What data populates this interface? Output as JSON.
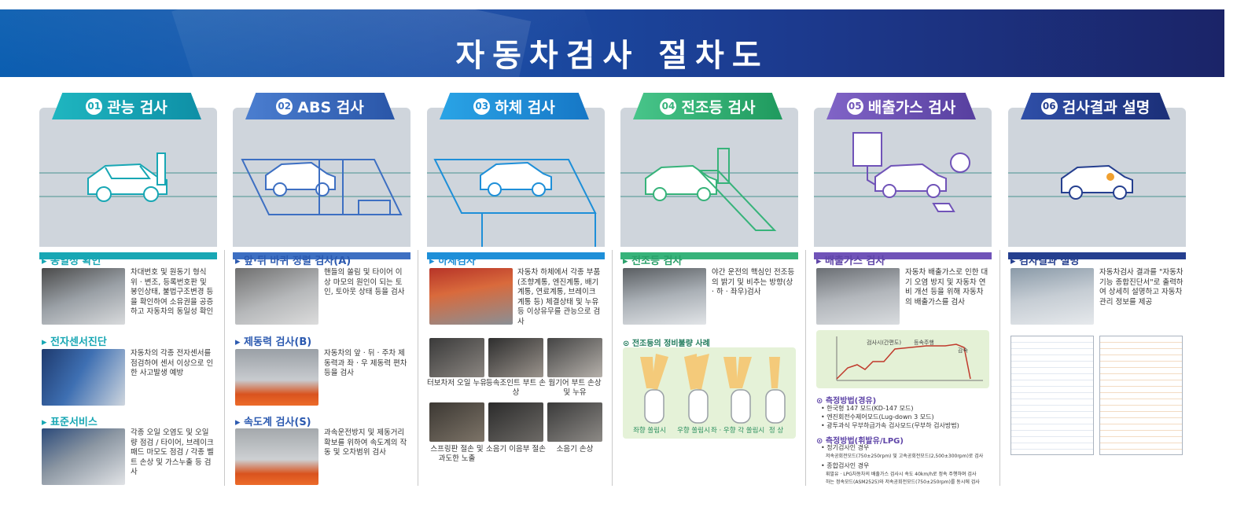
{
  "title": "자동차검사 절차도",
  "colors": {
    "c1": "#18a7b4",
    "c2": "#3d6fc2",
    "c3": "#1e8fd8",
    "c4": "#37b37a",
    "c5": "#7053b8",
    "c6": "#253f8f"
  },
  "steps": [
    {
      "num": "01",
      "name": "관능 검사"
    },
    {
      "num": "02",
      "name": "ABS 검사"
    },
    {
      "num": "03",
      "name": "하체 검사"
    },
    {
      "num": "04",
      "name": "전조등 검사"
    },
    {
      "num": "05",
      "name": "배출가스 검사"
    },
    {
      "num": "06",
      "name": "검사결과 설명"
    }
  ],
  "col1": {
    "s1_title": "▸ 동일성 확인",
    "s1_desc": "차대번호 및 원동기 형식 위 · 변조, 등록번호판 및 봉인상태, 불법구조변경 등을 확인하여 소유권을 공증하고 자동차의 동일성 확인",
    "s2_title": "▸ 전자센서진단",
    "s2_desc": "자동차의 각종 전자센서를 점검하여 센서 이상으로 인한 사고발생 예방",
    "s3_title": "▸ 표준서비스",
    "s3_desc": "각종 오일 오염도 및 오일량 점검 / 타이어, 브레이크 패드 마모도 점검 / 각종 벨트 손상 및 가스누출 등 검사"
  },
  "col2": {
    "s1_title": "▸ 앞·뒤 바퀴 정렬 검사(A)",
    "s1_desc": "핸들의 쏠림 및 타이어 이상 마모의 원인이 되는 토인, 토아웃 상태 등을 검사",
    "s2_title": "▸ 제동력 검사(B)",
    "s2_desc": "자동차의 앞 · 뒤 · 주차 제동력과 좌 · 우 제동력 편차 등을 검사",
    "s3_title": "▸ 속도계 검사(S)",
    "s3_desc": "과속운전방지 및 제동거리 확보를 위하여 속도계의 작동 및 오차범위 검사"
  },
  "col3": {
    "s1_title": "▸ 하체검사",
    "s1_desc": "자동차 하체에서 각종 부품(조향계통, 엔진계통, 배기계통, 연료계통, 브레이크계통 등) 체결상태 및 누유 등 이상유무를 관능으로 검사",
    "captions": [
      "터보차저 오일 누유",
      "등속조인트 부트 손상",
      "웜기어 부트 손상 및 누유",
      "스프링판 절손 및 과도한 노출",
      "소음기 이음부 절손",
      "소음기 손상"
    ]
  },
  "col4": {
    "s1_title": "▸ 전조등 검사",
    "s1_desc": "야간 운전의 핵심인 전조등의 밝기 및 비추는 방향(상 · 하 · 좌우)검사",
    "sub_title": "⊙ 전조등의 정비불량 사례",
    "cases": [
      "좌향 쏠림시",
      "우향 쏠림시",
      "좌 · 우향 각 쏠림시",
      "정 상"
    ]
  },
  "col5": {
    "s1_title": "▸ 배출가스 검사",
    "s1_desc": "자동차 배출가스로 인한 대기 오염 방지 및 자동차 연비 개선 등을 위해 자동차의 배출가스를 검사",
    "chart_labels": [
      "검사시(간편도)",
      "등속주행",
      "감속"
    ],
    "m1_title": "⊙ 측정방법(경유)",
    "m1_items": [
      "• 한국형 147 모드(KD-147 모드)",
      "• 엔진회전수제어모드(Lug-down 3 모드)",
      "• 광투과식 무부하급가속 검사모드(무부하 검사방법)"
    ],
    "m2_title": "⊙ 측정방법(휘발유/LPG)",
    "m2_items": [
      "• 정기검사인 경우",
      "저속공회전모드(750±250rpm) 및 고속공회전모드(2,500±300rpm)로 검사",
      "• 종합검사인 경우",
      "휘발유 · LPG차동차의 배출가스 검사시 속도 40km/h로 정속 주행하며 검사",
      "하는 정속모드(ASM2525)와 저속공회전모드(750±250rpm)를 동시에 검사"
    ]
  },
  "col6": {
    "s1_title": "▸ 검사결과 설명",
    "s1_desc": "자동차검사 결과를 \"자동차 기능 종합진단서\"로 출력하여 상세히 설명하고 자동차 관리 정보를 제공"
  }
}
